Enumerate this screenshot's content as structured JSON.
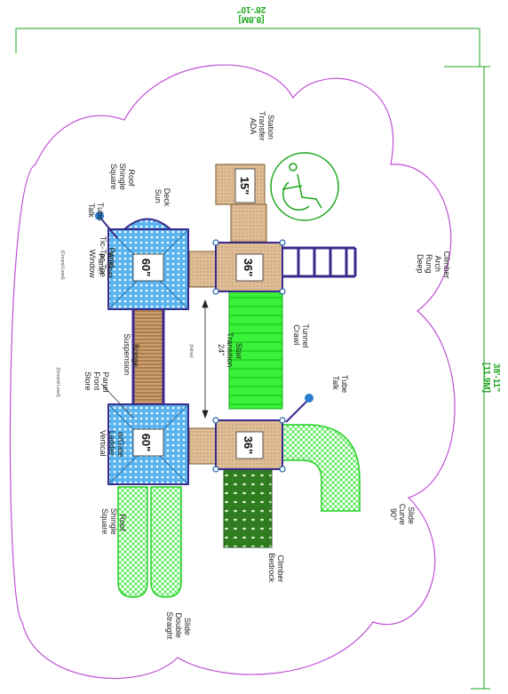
{
  "dimensions": {
    "width_ft": "28'-10\"",
    "width_m": "[8.8M]",
    "length_ft": "38'-11\"",
    "length_m": "[11.9M]"
  },
  "labels": {
    "ada_station": [
      "ADA",
      "Transfer",
      "Station"
    ],
    "deep_rung": [
      "Deep",
      "Rung",
      "Arch",
      "Climber"
    ],
    "crawl_tunnel": [
      "Crawl",
      "Tunnel"
    ],
    "talk_tube_right": [
      "Talk",
      "Tube"
    ],
    "curve_slide": [
      "90°",
      "Curve",
      "Slide"
    ],
    "bedrock_climber": [
      "Bedrock",
      "Climber"
    ],
    "straight_double_slide": [
      "Straight",
      "Double",
      "Slide"
    ],
    "square_roof_bottom": [
      "Square",
      "Shingle",
      "Roof"
    ],
    "vertical_ladder": [
      "Vertical",
      "Ladder",
      "w/Gate"
    ],
    "store_front": [
      "Store",
      "Front",
      "Panel"
    ],
    "store_front_note": "(Ground Level)",
    "suspension_bridge": [
      "Suspension",
      "Bridge"
    ],
    "transition_stair": [
      "24\"",
      "Transition",
      "Stair"
    ],
    "transition_stair_note": "(Inline)",
    "window_panel": [
      "Window",
      "Panel",
      "W/Seat"
    ],
    "window_panel_note": "(Ground Level)",
    "tic_tac_toe": [
      "Tic-Tac-Toe",
      "Panel"
    ],
    "talk_tube_left": [
      "Talk",
      "Tube"
    ],
    "sun_deck": [
      "Sun",
      "Deck"
    ],
    "square_roof_top": [
      "Square",
      "Shingle",
      "Roof"
    ]
  },
  "decks": {
    "top_left": "60\"",
    "bottom_left": "60\"",
    "top_right": "36\"",
    "bottom_right": "36\"",
    "ada": "15\""
  },
  "colors": {
    "boundary": "#c04fd6",
    "dimension": "#1aa51a",
    "roof": "#4aa8e8",
    "deck": "#d9b48a",
    "tunnel": "#33f233",
    "climber": "#2e7d1e",
    "frame": "#3a2a8c",
    "ada_symbol": "#1aa51a"
  },
  "icons": {
    "accessibility": "wheelchair-symbol"
  }
}
